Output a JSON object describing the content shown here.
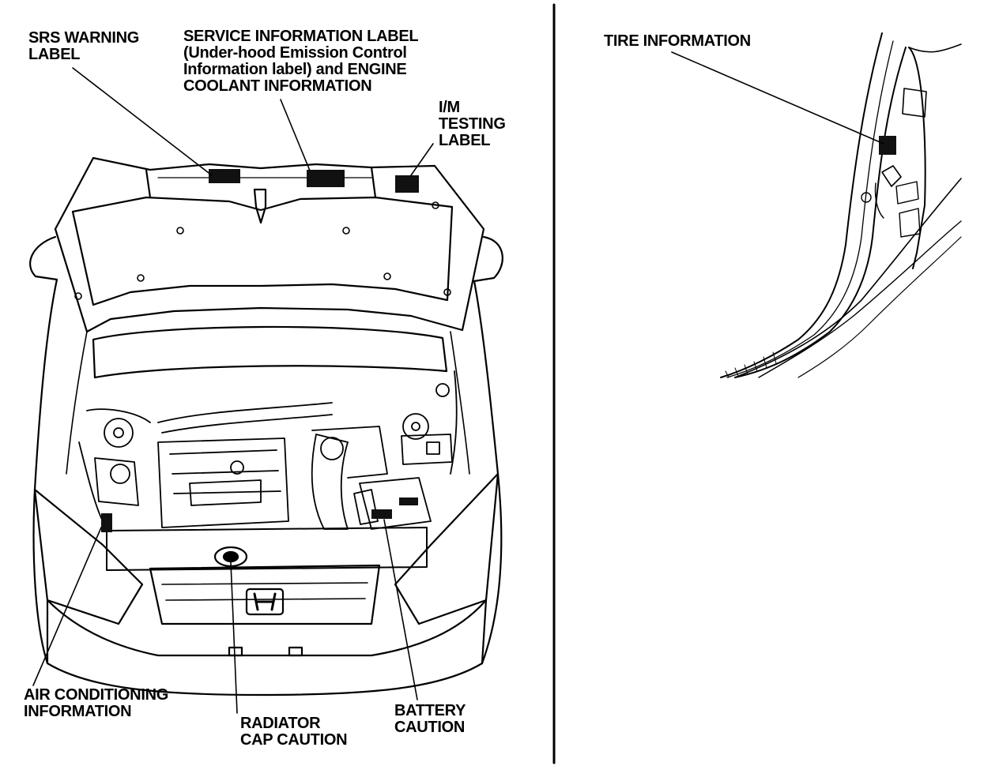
{
  "labels": {
    "srs": [
      "SRS WARNING",
      "LABEL"
    ],
    "service": [
      "SERVICE INFORMATION LABEL",
      "(Under-hood Emission Control",
      "Information label) and ENGINE",
      "COOLANT INFORMATION"
    ],
    "im": [
      "I/M",
      "TESTING",
      "LABEL"
    ],
    "tire": [
      "TIRE INFORMATION"
    ],
    "ac": [
      "AIR CONDITIONING",
      "INFORMATION"
    ],
    "radiator": [
      "RADIATOR",
      "CAP CAUTION"
    ],
    "battery": [
      "BATTERY",
      "CAUTION"
    ]
  },
  "colors": {
    "ink": "#000000",
    "paper": "#ffffff",
    "marker": "#111111"
  },
  "icons": {
    "emblem": "honda-h-emblem-icon"
  }
}
